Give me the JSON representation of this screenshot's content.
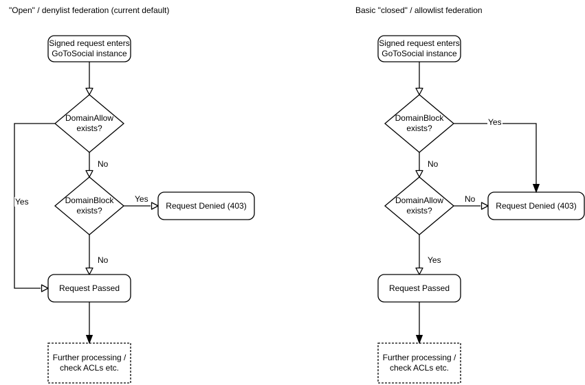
{
  "colors": {
    "background": "#ffffff",
    "shape_fill": "#ffffff",
    "stroke": "#000000",
    "text": "#000000"
  },
  "charts": [
    {
      "title": "\"Open\" / denylist federation (current default)",
      "nodes": {
        "start": "Signed request enters GoToSocial instance",
        "decision_top": "DomainAllow exists?",
        "decision_mid": "DomainBlock exists?",
        "denied": "Request Denied (403)",
        "passed": "Request Passed",
        "further": "Further processing / check ACLs etc."
      },
      "labels": {
        "top_branch": "Yes",
        "top_to_mid": "No",
        "mid_to_denied": "Yes",
        "mid_to_passed": "No"
      }
    },
    {
      "title": "Basic \"closed\" / allowlist federation",
      "nodes": {
        "start": "Signed request enters GoToSocial instance",
        "decision_top": "DomainBlock exists?",
        "decision_mid": "DomainAllow exists?",
        "denied": "Request Denied (403)",
        "passed": "Request Passed",
        "further": "Further processing / check ACLs etc."
      },
      "labels": {
        "top_branch": "Yes",
        "top_to_mid": "No",
        "mid_to_denied": "No",
        "mid_to_passed": "Yes"
      }
    }
  ]
}
